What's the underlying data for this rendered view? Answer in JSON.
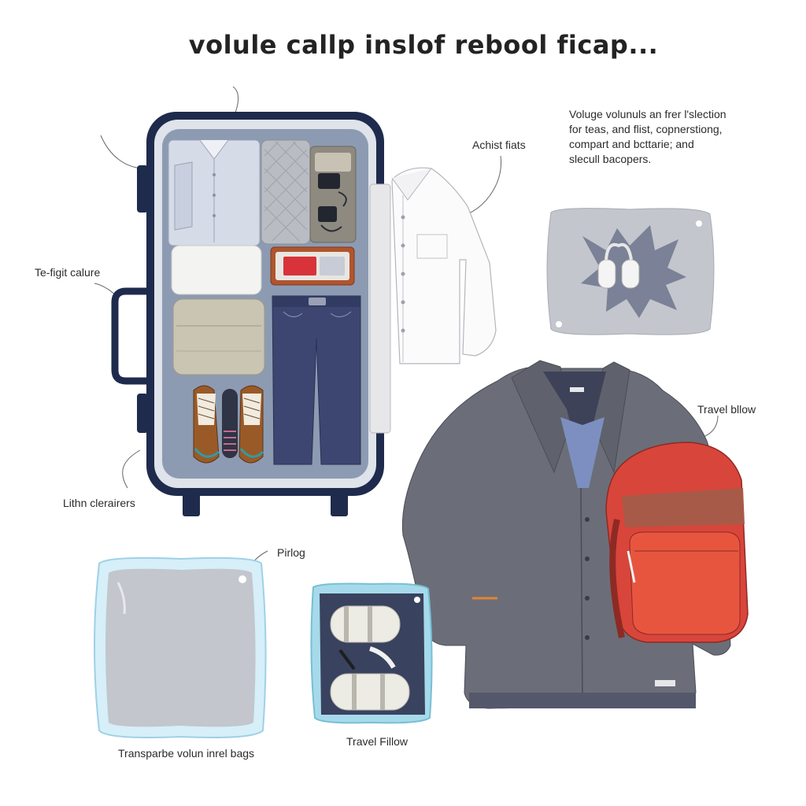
{
  "title": "volule callp inslof rebool ficap...",
  "description_lines": [
    "Voluge volunuls an frer l'slection",
    "for teas, and flist, copnerstiong,",
    "compart and bcttarie; and",
    "slecull bacopers."
  ],
  "labels": {
    "achist_fiats": "Achist fiats",
    "te_fight_calure": "Te-figit calure",
    "travel_bllow": "Travel bllow",
    "lithn_clerairers": "Lithn clerairers",
    "pirlog": "Pirlog",
    "travel_fillow": "Travel Fillow",
    "transparbe_bags": "Transparbe volun inrel bags"
  },
  "colors": {
    "suitcase_shell": "#1e2b4c",
    "suitcase_lining": "#8d9bb2",
    "jacket": "#6b6e78",
    "backpack": "#d8453b",
    "jeans": "#3c4670",
    "pillow": "#c3c6cc"
  }
}
